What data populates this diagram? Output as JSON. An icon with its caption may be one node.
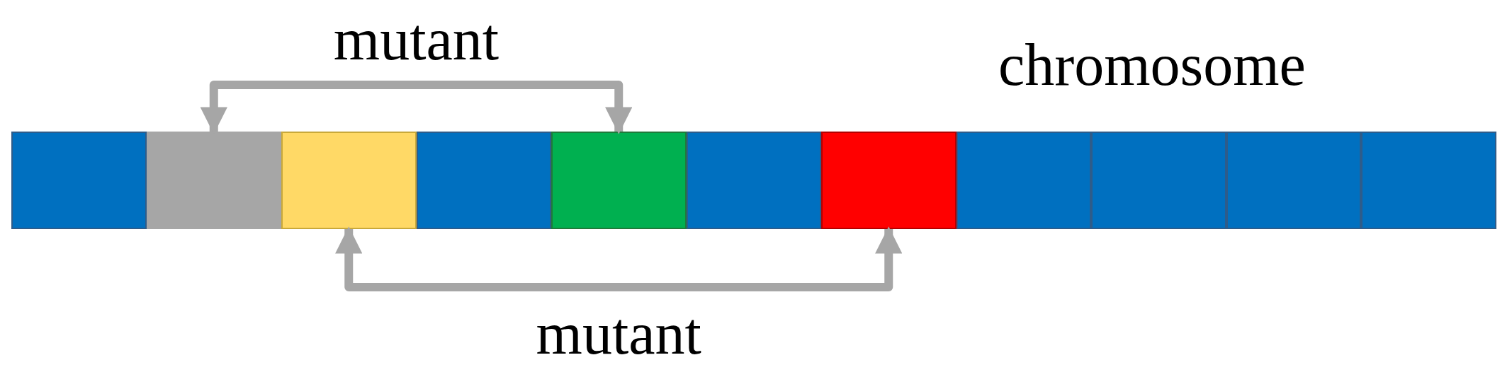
{
  "diagram": {
    "nodes": [
      {
        "text": [],
        "shape": "box"
      },
      {
        "text": [],
        "shape": "box"
      },
      {
        "text": [],
        "shape": "box"
      },
      {
        "text": [],
        "shape": "box"
      },
      {
        "text": [],
        "shape": "box"
      },
      {
        "text": [],
        "shape": "box"
      },
      {
        "text": [],
        "shape": "box"
      },
      {
        "text": [],
        "shape": "box"
      },
      {
        "text": [],
        "shape": "box"
      },
      {
        "text": [],
        "shape": "box"
      },
      {
        "text": [],
        "shape": "box"
      }
    ],
    "edges": [
      {
        "from": 1,
        "to": 4,
        "arrow": "both",
        "label": "mutant"
      },
      {
        "from": 2,
        "to": 6,
        "arrow": "both",
        "label": "mutant"
      }
    ],
    "labels": [
      "chromosome"
    ]
  }
}
